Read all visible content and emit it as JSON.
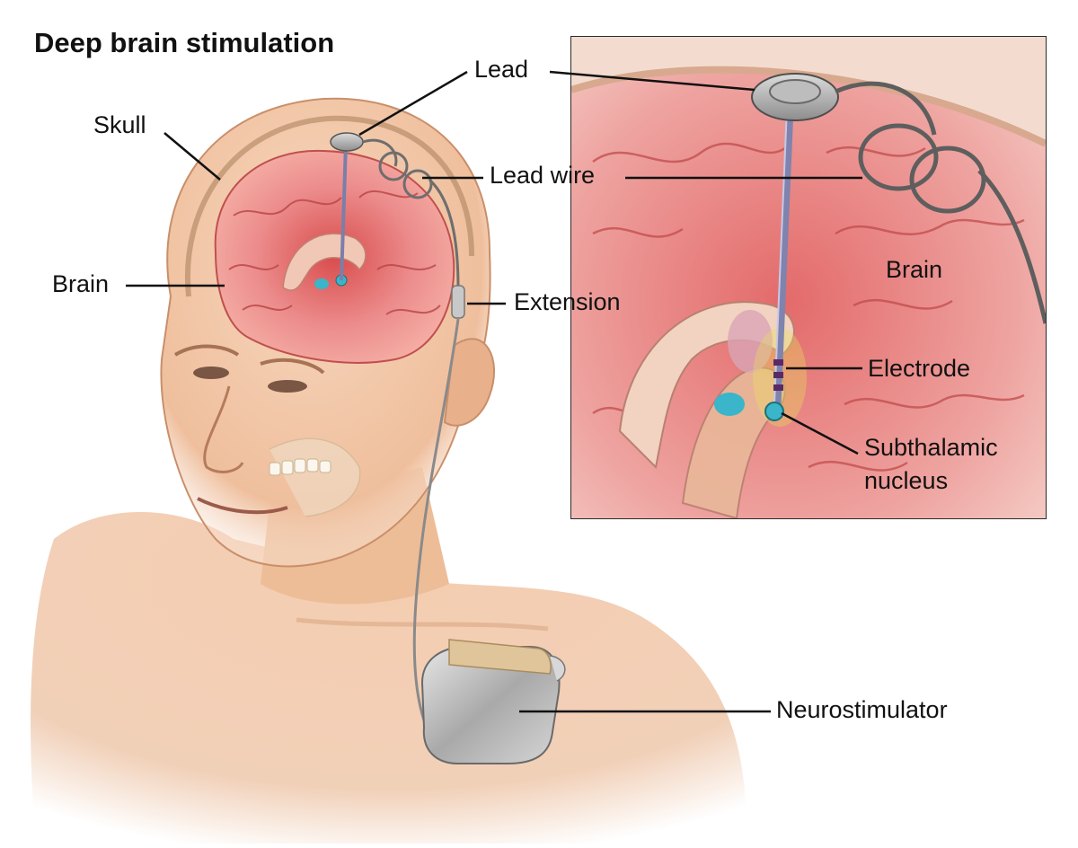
{
  "title": "Deep brain stimulation",
  "labels": {
    "skull": "Skull",
    "brain_main": "Brain",
    "lead": "Lead",
    "lead_wire": "Lead wire",
    "extension": "Extension",
    "brain_inset": "Brain",
    "electrode": "Electrode",
    "stn_line1": "Subthalamic",
    "stn_line2": "nucleus",
    "neurostimulator": "Neurostimulator"
  },
  "colors": {
    "skin": "#f3c8a8",
    "skin_shadow": "#d9a27f",
    "brain": "#e98a8a",
    "brain_dark": "#d9534f",
    "device": "#b8b8b8",
    "nucleus": "#3ab5c9",
    "leader_line": "#111111"
  }
}
